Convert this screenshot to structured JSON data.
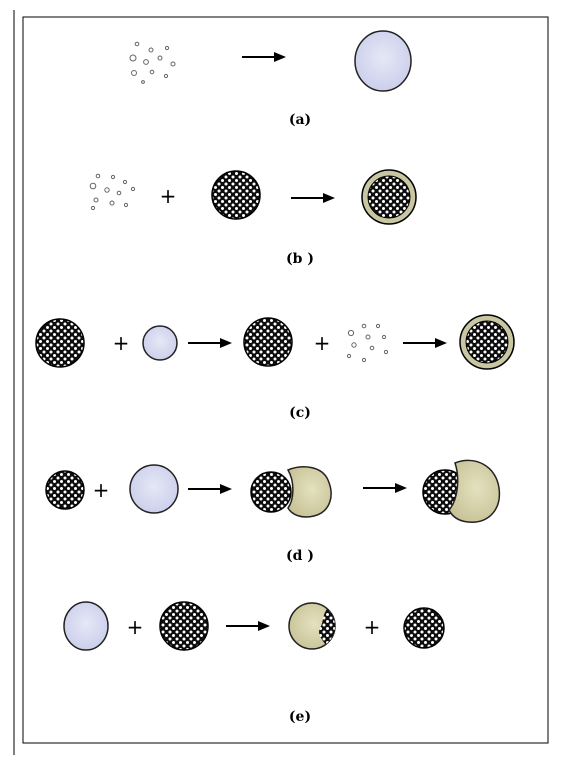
{
  "colors": {
    "border": "#000000",
    "dark_particle": "#0d0d0d",
    "light_particle": "#d2d6ee",
    "yellow_particle": "#d6d2a4",
    "shell": "#c9c6a2"
  },
  "labels": {
    "a": "(a)",
    "b": "(b )",
    "c": "(c)",
    "d": "(d )",
    "e": "(e)"
  },
  "symbols": {
    "plus": "+"
  }
}
